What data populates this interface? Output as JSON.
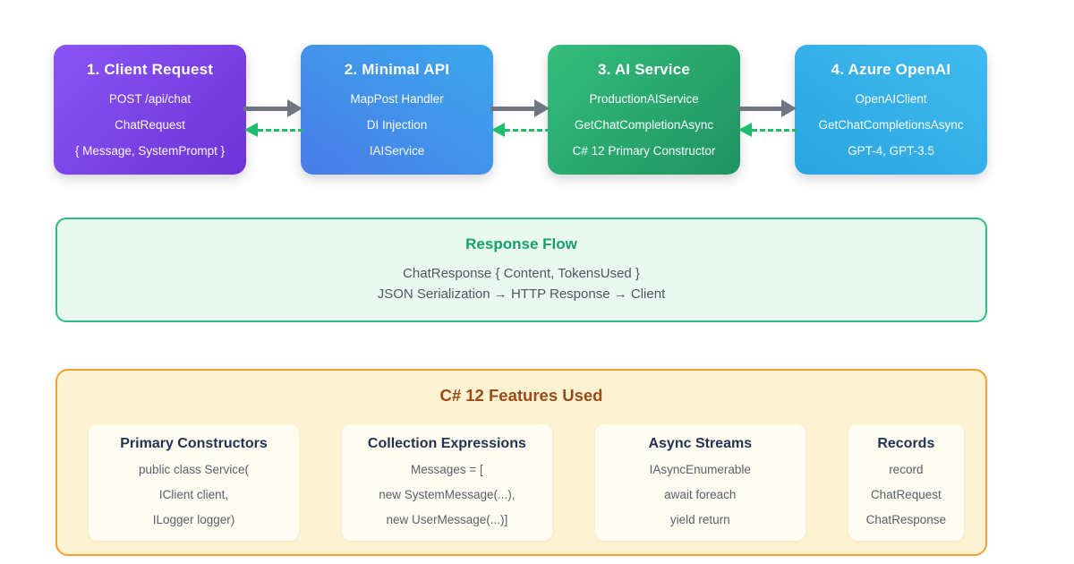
{
  "flow": {
    "boxes": [
      {
        "id": "client-request",
        "title": "1. Client Request",
        "lines": [
          "POST /api/chat",
          "ChatRequest",
          "{ Message, SystemPrompt }"
        ],
        "color_from": "#8b54f4",
        "color_to": "#6c33d8"
      },
      {
        "id": "minimal-api",
        "title": "2. Minimal API",
        "lines": [
          "MapPost Handler",
          "DI Injection",
          "IAIService"
        ],
        "color_from": "#3ba8ed",
        "color_to": "#4a7ce9"
      },
      {
        "id": "ai-service",
        "title": "3. AI Service",
        "lines": [
          "ProductionAIService",
          "GetChatCompletionAsync",
          "C# 12 Primary Constructor"
        ],
        "color_from": "#34bd7c",
        "color_to": "#1f9361"
      },
      {
        "id": "azure-openai",
        "title": "4. Azure OpenAI",
        "lines": [
          "OpenAIClient",
          "GetChatCompletionsAsync",
          "GPT-4, GPT-3.5"
        ],
        "color_from": "#40baef",
        "color_to": "#2ba5e0"
      }
    ],
    "arrows": {
      "request_color": "#6e7781",
      "response_color": "#21bd6e",
      "request_style": "solid-right",
      "response_style": "dashed-left"
    }
  },
  "response_flow": {
    "title": "Response Flow",
    "lines": [
      "ChatResponse { Content, TokensUsed }",
      "JSON Serialization → HTTP Response → Client"
    ],
    "title_color": "#14a066",
    "border_color": "#2dbd7c",
    "background": "#e9f8f0"
  },
  "features": {
    "title": "C# 12 Features Used",
    "title_color": "#9c4a17",
    "border_color": "#f0a132",
    "background": "#fdf3d3",
    "cards": [
      {
        "title": "Primary Constructors",
        "lines": [
          "public class Service(",
          "IClient client,",
          "ILogger logger)"
        ]
      },
      {
        "title": "Collection Expressions",
        "lines": [
          "Messages = [",
          "new SystemMessage(...),",
          "new UserMessage(...)]"
        ]
      },
      {
        "title": "Async Streams",
        "lines": [
          "IAsyncEnumerable",
          "await foreach",
          "yield return"
        ]
      },
      {
        "title": "Records",
        "lines": [
          "record",
          "ChatRequest",
          "ChatResponse"
        ]
      }
    ]
  }
}
